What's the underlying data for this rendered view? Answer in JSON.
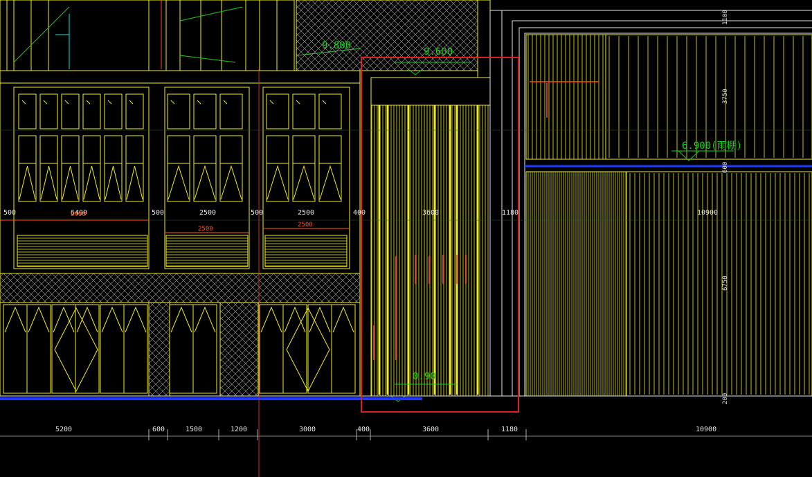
{
  "drawing": {
    "selection_color": "#e02020",
    "line_color": "#f2ee24",
    "level_color": "#19d119",
    "dim_color": "#e6e6e6",
    "bottom_dims": [
      "5200",
      "600",
      "1500",
      "1200",
      "3000",
      "400",
      "3600",
      "1180",
      "10900"
    ],
    "upper_dims": {
      "d1": "500",
      "d2": "6400",
      "d3": "500",
      "d4": "2500",
      "d5": "500",
      "d6": "2500",
      "d7": "400",
      "d8": "3600",
      "d9": "1180",
      "d10": "10900"
    },
    "red_dims": {
      "r1": "6400",
      "r2": "2500",
      "r3": "2500"
    },
    "levels": {
      "l1": "9.800",
      "l2": "9.600",
      "l3": "6.900(雨棚)",
      "l4": "0.90"
    },
    "right_vertical_dims": {
      "v1": "1100",
      "v2": "3750",
      "v3": "600",
      "v4": "6750",
      "v5": "200"
    }
  }
}
